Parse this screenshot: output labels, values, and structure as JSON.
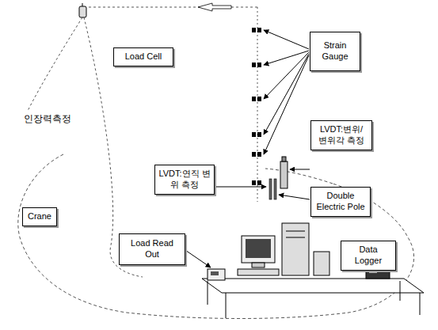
{
  "diagram": {
    "nodes": [
      {
        "text": [
          "Load Cell"
        ]
      },
      {
        "text": [
          "Strain Gauge"
        ]
      },
      {
        "text": [
          "LVDT:변위/ 변위각 측정"
        ]
      },
      {
        "text": [
          "LVDT:연직 변위 측정"
        ]
      },
      {
        "text": [
          "Double Electric Pole"
        ]
      },
      {
        "text": [
          "Crane"
        ]
      },
      {
        "text": [
          "Load Read Out"
        ]
      },
      {
        "text": [
          "Data Logger"
        ]
      }
    ],
    "labels": [
      "인장력측정"
    ]
  }
}
